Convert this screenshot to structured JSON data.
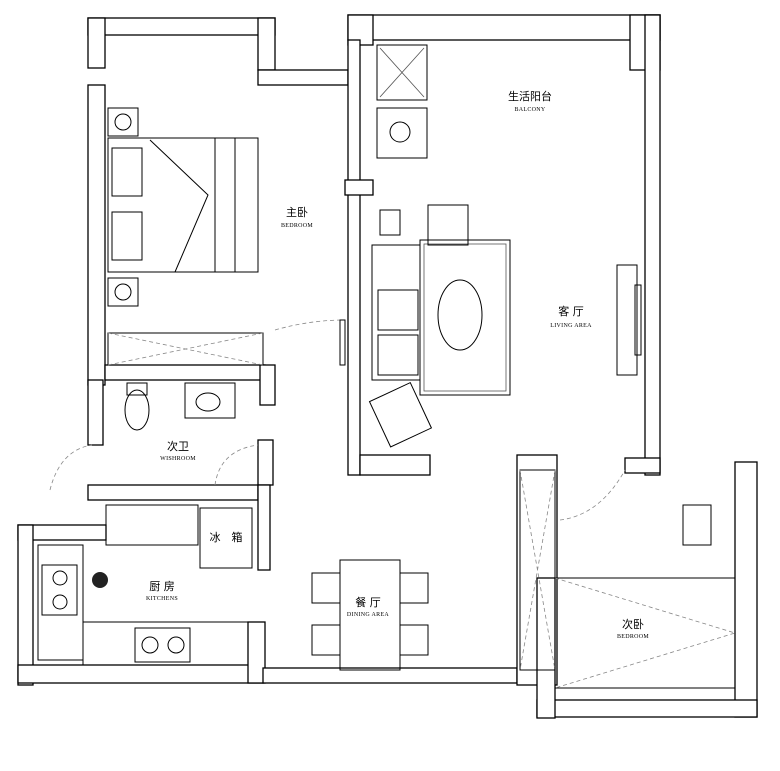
{
  "rooms": {
    "master_bedroom": {
      "cn": "主卧",
      "en": "BEDROOM"
    },
    "balcony": {
      "cn": "生活阳台",
      "en": "BALCONY"
    },
    "living": {
      "cn": "客 厅",
      "en": "LIVING AREA"
    },
    "washroom": {
      "cn": "次卫",
      "en": "WISHROOM"
    },
    "kitchen": {
      "cn": "厨 房",
      "en": "KITCHENS"
    },
    "fridge": {
      "cn": "冰　箱"
    },
    "dining": {
      "cn": "餐 厅",
      "en": "DINING AREA"
    },
    "second_bedroom": {
      "cn": "次卧",
      "en": "BEDROOM"
    }
  }
}
